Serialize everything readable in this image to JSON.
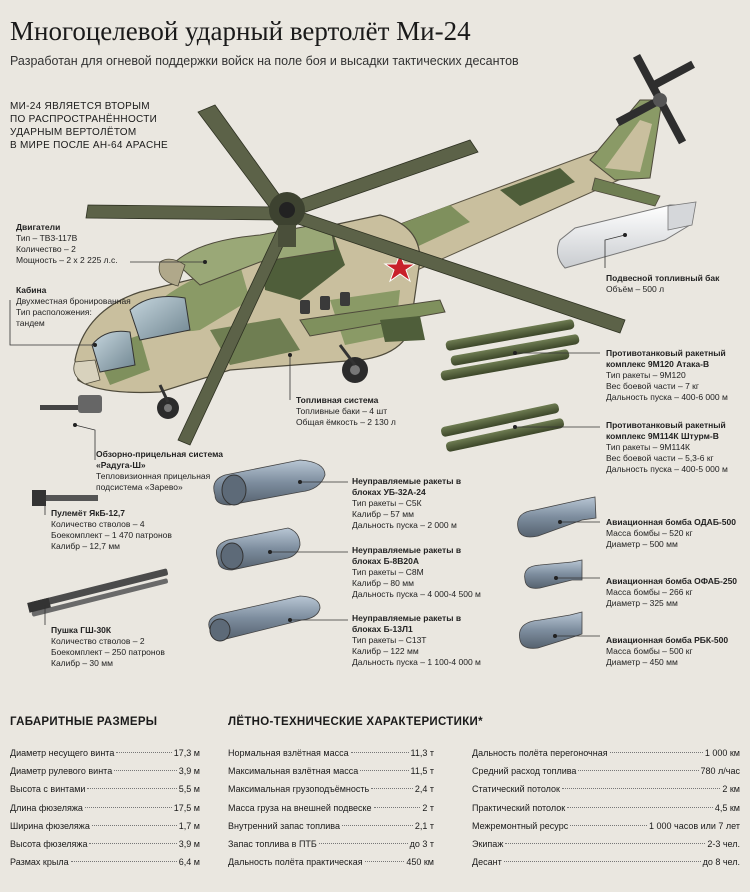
{
  "title": "Многоцелевой ударный вертолёт Ми-24",
  "subtitle": "Разработан для огневой поддержки войск на поле боя и высадки тактических десантов",
  "intro": [
    "Ми-24 является вторым",
    "по распространённости",
    "ударным вертолётом",
    "в мире после АН-64 Apache"
  ],
  "colors": {
    "camo_green": "#8a9a66",
    "camo_dark": "#4f5e3a",
    "camo_sand": "#c9bf9e",
    "metal": "#8a9aaa",
    "star_red": "#c8202a"
  },
  "callouts": {
    "engines": {
      "title": "Двигатели",
      "lines": [
        "Тип – ТВ3-117В",
        "Количество – 2",
        "Мощность – 2 х 2 225 л.с."
      ]
    },
    "cabin": {
      "title": "Кабина",
      "lines": [
        "Двухместная бронированная",
        "Тип расположения:",
        "тандем"
      ]
    },
    "fuel_system": {
      "title": "Топливная система",
      "lines": [
        "Топливные баки – 4 шт",
        "Общая ёмкость – 2 130 л"
      ]
    },
    "sight": {
      "title": "Обзорно-прицельная система «Радуга-Ш»",
      "lines": [
        "Тепловизионная прицельная",
        "подсистема «Зарево»"
      ]
    },
    "mg": {
      "title": "Пулемёт ЯкБ-12,7",
      "lines": [
        "Количество стволов – 4",
        "Боекомплект – 1 470 патронов",
        "Калибр – 12,7 мм"
      ]
    },
    "gun": {
      "title": "Пушка ГШ-30К",
      "lines": [
        "Количество стволов – 2",
        "Боекомплект – 250 патронов",
        "Калибр – 30 мм"
      ]
    },
    "tank": {
      "title": "Подвесной топливный бак",
      "lines": [
        "Объём – 500 л"
      ]
    },
    "ataka": {
      "title": "Противотанковый ракетный комплекс 9М120 Атака-В",
      "lines": [
        "Тип ракеты – 9М120",
        "Вес боевой части – 7 кг",
        "Дальность пуска – 400-6 000 м"
      ]
    },
    "shturm": {
      "title": "Противотанковый ракетный комплекс 9М114К Штурм-В",
      "lines": [
        "Тип ракеты – 9М114К",
        "Вес боевой части – 5,3-6 кг",
        "Дальность пуска – 400-5 000 м"
      ]
    },
    "ub32": {
      "title": "Неуправляемые ракеты в блоках УБ-32А-24",
      "lines": [
        "Тип ракеты – С5К",
        "Калибр – 57 мм",
        "Дальность пуска – 2 000 м"
      ]
    },
    "b8": {
      "title": "Неуправляемые ракеты в блоках Б-8В20А",
      "lines": [
        "Тип ракеты – С8М",
        "Калибр – 80 мм",
        "Дальность пуска – 4 000-4 500 м"
      ]
    },
    "b13": {
      "title": "Неуправляемые ракеты в блоках Б-13Л1",
      "lines": [
        "Тип ракеты – С13Т",
        "Калибр – 122 мм",
        "Дальность пуска – 1 100-4 000 м"
      ]
    },
    "odab": {
      "title": "Авиационная бомба ОДАБ-500",
      "lines": [
        "Масса бомбы – 520 кг",
        "Диаметр – 500 мм"
      ]
    },
    "ofab": {
      "title": "Авиационная бомба ОФАБ-250",
      "lines": [
        "Масса бомбы – 266 кг",
        "Диаметр – 325 мм"
      ]
    },
    "rbk": {
      "title": "Авиационная бомба РБК-500",
      "lines": [
        "Масса бомбы – 500 кг",
        "Диаметр – 450 мм"
      ]
    }
  },
  "dimensions": {
    "title": "Габаритные размеры",
    "rows": [
      {
        "k": "Диаметр несущего винта",
        "v": "17,3 м"
      },
      {
        "k": "Диаметр рулевого винта",
        "v": "3,9 м"
      },
      {
        "k": "Высота с винтами",
        "v": "5,5 м"
      },
      {
        "k": "Длина фюзеляжа",
        "v": "17,5 м"
      },
      {
        "k": "Ширина фюзеляжа",
        "v": "1,7 м"
      },
      {
        "k": "Высота фюзеляжа",
        "v": "3,9 м"
      },
      {
        "k": "Размах крыла",
        "v": "6,4 м"
      }
    ]
  },
  "performance": {
    "title": "Лётно-технические характеристики*",
    "col1": [
      {
        "k": "Нормальная взлётная масса",
        "v": "11,3 т"
      },
      {
        "k": "Максимальная взлётная масса",
        "v": "11,5 т"
      },
      {
        "k": "Максимальная грузоподъёмность",
        "v": "2,4 т"
      },
      {
        "k": "Масса груза на внешней подвеске",
        "v": "2 т"
      },
      {
        "k": "Внутренний запас топлива",
        "v": "2,1 т"
      },
      {
        "k": "Запас топлива в ПТБ",
        "v": "до 3 т"
      },
      {
        "k": "Дальность полёта практическая",
        "v": "450 км"
      }
    ],
    "col2": [
      {
        "k": "Дальность полёта перегоночная",
        "v": "1 000 км"
      },
      {
        "k": "Средний расход топлива",
        "v": "780 л/час"
      },
      {
        "k": "Статический потолок",
        "v": "2 км"
      },
      {
        "k": "Практический потолок",
        "v": "4,5 км"
      },
      {
        "k": "Межремонтный ресурс",
        "v": "1 000 часов или 7 лет"
      },
      {
        "k": "Экипаж",
        "v": "2-3 чел."
      },
      {
        "k": "Десант",
        "v": "до 8 чел."
      }
    ]
  }
}
